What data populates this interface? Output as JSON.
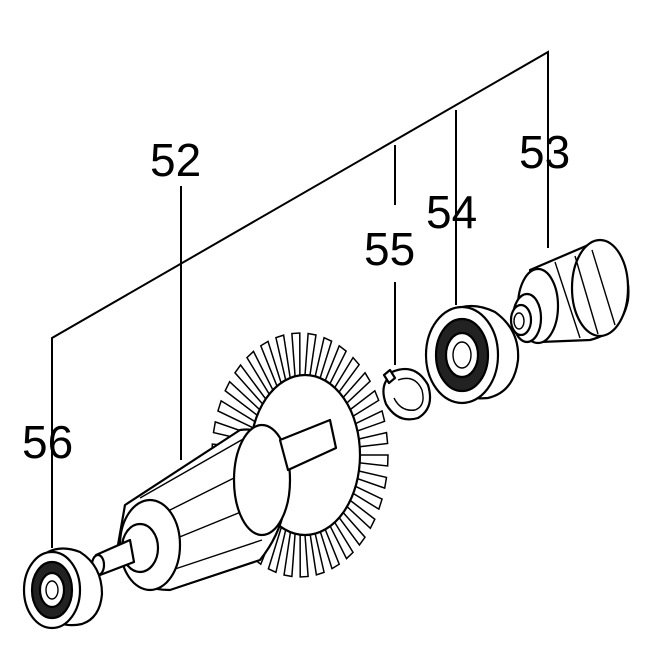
{
  "diagram": {
    "callouts": [
      {
        "id": "armature",
        "label": "52"
      },
      {
        "id": "fan-insulator",
        "label": "53"
      },
      {
        "id": "ball-bearing-large",
        "label": "54"
      },
      {
        "id": "retaining-ring",
        "label": "55"
      },
      {
        "id": "ball-bearing-small",
        "label": "56"
      }
    ]
  }
}
